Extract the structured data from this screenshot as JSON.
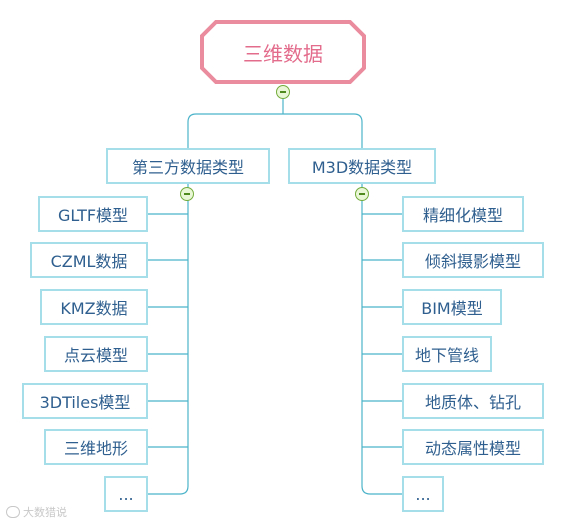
{
  "root": {
    "label": "三维数据"
  },
  "branches": [
    {
      "label": "第三方数据类型",
      "children": [
        "GLTF模型",
        "CZML数据",
        "KMZ数据",
        "点云模型",
        "3DTiles模型",
        "三维地形",
        "..."
      ]
    },
    {
      "label": "M3D数据类型",
      "children": [
        "精细化模型",
        "倾斜摄影模型",
        "BIM模型",
        "地下管线",
        "地质体、钻孔",
        "动态属性模型",
        "..."
      ]
    }
  ],
  "watermark": {
    "text": "大数猎说"
  },
  "colors": {
    "root_border": "#eb8b9e",
    "root_text": "#e36c8c",
    "node_border": "#a5dde9",
    "node_text": "#2f5f8f",
    "connector": "#4bb3c9",
    "toggle_fill": "#eaf7d6",
    "toggle_border": "#74ac3c"
  }
}
